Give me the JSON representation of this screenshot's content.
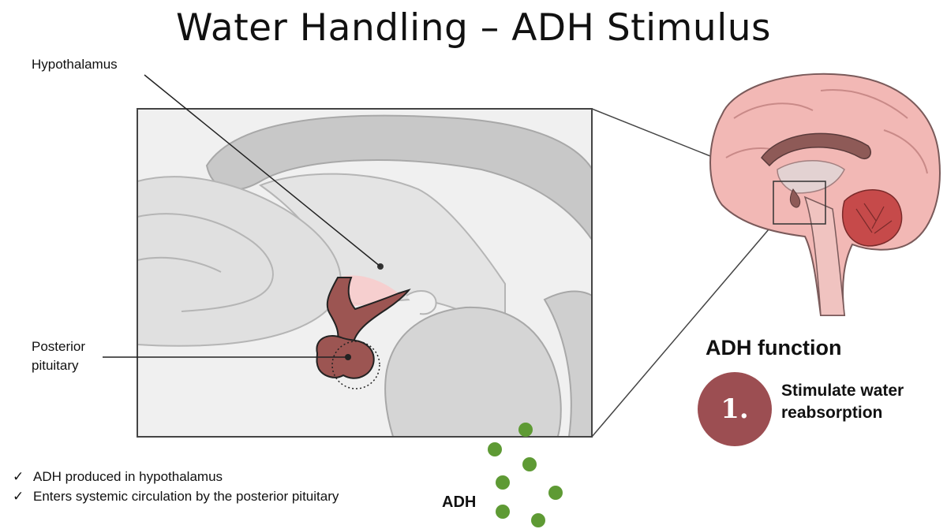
{
  "slide": {
    "title": "Water Handling – ADH Stimulus",
    "labels": {
      "hypothalamus": "Hypothalamus",
      "posterior_pituitary": "Posterior pituitary"
    },
    "adh_function": {
      "heading": "ADH function",
      "number": "1.",
      "text": "Stimulate water reabsorption"
    },
    "checklist": [
      {
        "mark": "✓",
        "text": "ADH produced in hypothalamus"
      },
      {
        "mark": "✓",
        "text": "Enters systemic circulation by the posterior pituitary"
      }
    ],
    "adh_label": "ADH",
    "colors": {
      "brain_pink": "#f2b8b5",
      "pituitary": "#9c5552",
      "badge": "#9c4e52",
      "adh_molecule": "#5e9a34",
      "gray_tissue": "#d0d0d0"
    }
  }
}
